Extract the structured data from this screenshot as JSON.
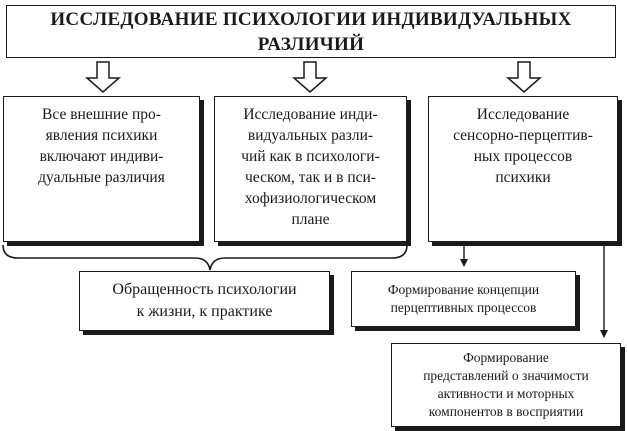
{
  "diagram": {
    "title": "ИССЛЕДОВАНИЕ ПСИХОЛОГИИ ИНДИВИДУАЛЬНЫХ\nРАЗЛИЧИЙ",
    "columns": [
      {
        "text": "Все внешние про-\nявления психики\nвключают индиви-\nдуальные различия"
      },
      {
        "text": "Исследование инди-\nвидуальных разли-\nчий как в психологи-\nческом, так и в пси-\nхофизиологическом\nплане"
      },
      {
        "text": "Исследование\nсенсорно-перцептив-\nных процессов\nпсихики"
      }
    ],
    "summary": "Обращенность психологии\nк жизни, к практике",
    "outcome_1": "Формирование концепции\nперцептивных процессов",
    "outcome_2": "Формирование\nпредставлений о значимости\nактивности и моторных\nкомпонентов в восприятии"
  }
}
